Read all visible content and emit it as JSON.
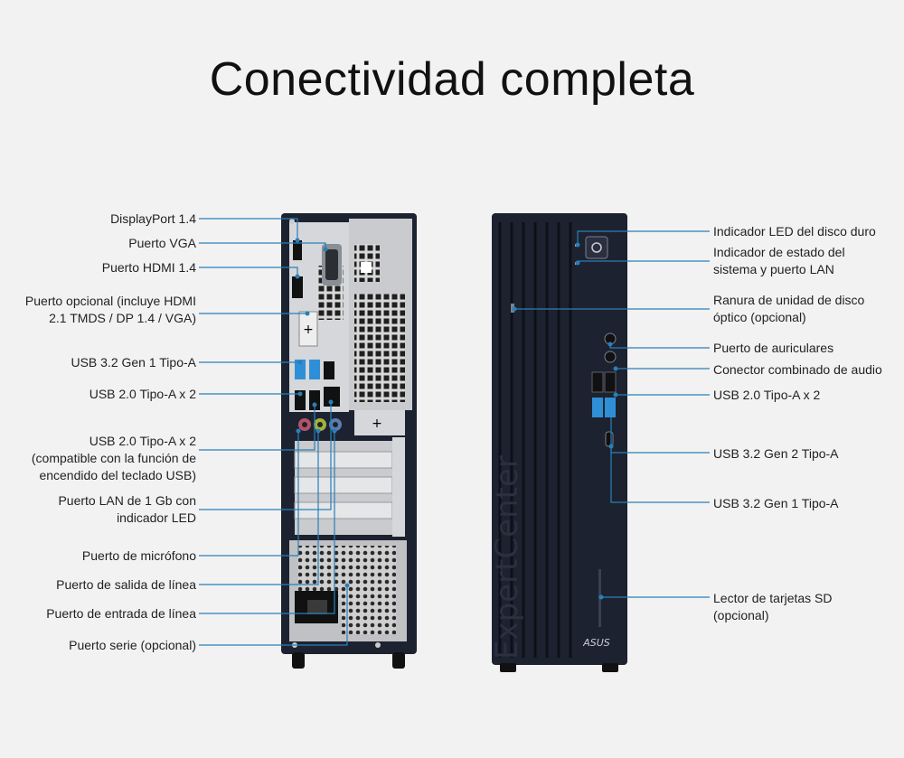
{
  "title": "Conectividad completa",
  "colors": {
    "background": "#f2f2f2",
    "callout_line": "#2a7fb8",
    "chassis": "#1d2230",
    "usb3_blue": "#2f8fd6"
  },
  "back_labels": [
    "DisplayPort 1.4",
    "Puerto VGA",
    "Puerto HDMI 1.4",
    "Puerto opcional (incluye HDMI\n2.1 TMDS / DP 1.4 / VGA)",
    "USB 3.2 Gen 1 Tipo-A",
    "USB 2.0 Tipo-A x 2",
    "USB 2.0 Tipo-A x 2\n(compatible con la función de\nencendido del teclado USB)",
    "Puerto LAN de 1 Gb con\nindicador LED",
    "Puerto de micrófono",
    "Puerto de salida de línea",
    "Puerto de entrada de línea",
    "Puerto serie (opcional)"
  ],
  "front_labels": [
    "Indicador LED del disco duro",
    "Indicador de estado del\nsistema y puerto LAN",
    "Ranura de unidad de disco\nóptico (opcional)",
    "Puerto de auriculares",
    "Conector combinado de audio",
    "USB 2.0 Tipo-A x 2",
    "USB 3.2 Gen 2 Tipo-A",
    "USB 3.2 Gen 1 Tipo-A",
    "Lector de tarjetas SD\n(opcional)"
  ],
  "front_brand": "ASUS",
  "front_vertical_text": "ExpertCenter"
}
